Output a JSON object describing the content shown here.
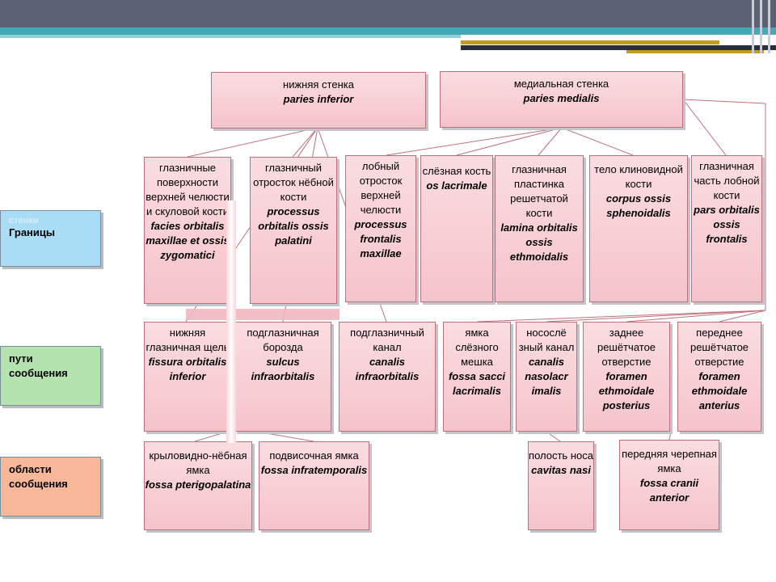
{
  "side_labels": {
    "borders_ghost": "стенки",
    "borders": "Границы",
    "paths": "пути сообщения",
    "areas": "области сообщения"
  },
  "walls": {
    "inferior": {
      "ru": "нижняя стенка",
      "la": "paries inferior"
    },
    "medial": {
      "ru": "медиальная стенка",
      "la": "paries medialis"
    }
  },
  "bones": [
    {
      "ru": "глазничные поверхности верхней челюсти и скуловой кости",
      "la": "facies orbitalis maxillae et ossis zygomatici"
    },
    {
      "ru": "глазничный отросток нёбной кости",
      "la": "processus orbitalis ossis palatini"
    },
    {
      "ru": "лобный отросток верхней челюсти",
      "la": "processus frontalis maxillae"
    },
    {
      "ru": "слёзная кость",
      "la": "os lacrimale"
    },
    {
      "ru": "глазничная пластинка решетчатой кости",
      "la": "lamina orbitalis ossis ethmoidalis"
    },
    {
      "ru": "тело клиновидной кости",
      "la": "corpus ossis sphenoidalis"
    },
    {
      "ru": "глазничная часть лобной кости",
      "la": "pars orbitalis ossis frontalis"
    }
  ],
  "paths": [
    {
      "ru": "нижняя глазничная щель",
      "la": "fissura orbitalis inferior"
    },
    {
      "ru": "подглазничная борозда",
      "la": "sulcus infraorbitalis"
    },
    {
      "ru": "подглазничный канал",
      "la": "canalis infraorbitalis"
    },
    {
      "ru": "ямка слёзного мешка",
      "la": "fossa sacci lacrimalis"
    },
    {
      "ru": "носослё зный канал",
      "la": "canalis nasolacr imalis"
    },
    {
      "ru": "заднее решётчатое отверстие",
      "la": "foramen ethmoidale posterius"
    },
    {
      "ru": "переднее решётчатое отверстие",
      "la": "foramen ethmoidale anterius"
    }
  ],
  "areas": [
    {
      "ru": "крыловидно-нёбная ямка",
      "la": "fossa pterigopalatina"
    },
    {
      "ru": "подвисочная ямка",
      "la": "fossa infratemporalis"
    },
    {
      "ru": "полость носа",
      "la": "cavitas nasi"
    },
    {
      "ru": "передняя черепная ямка",
      "la": "fossa cranii anterior"
    }
  ]
}
